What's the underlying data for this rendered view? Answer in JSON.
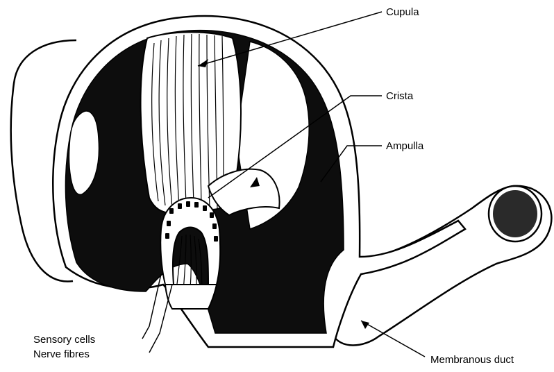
{
  "labels": {
    "cupula": "Cupula",
    "crista": "Crista",
    "ampulla": "Ampulla",
    "sensory_cells": "Sensory cells",
    "nerve_fibres": "Nerve fibres",
    "membranous_duct": "Membranous duct"
  }
}
